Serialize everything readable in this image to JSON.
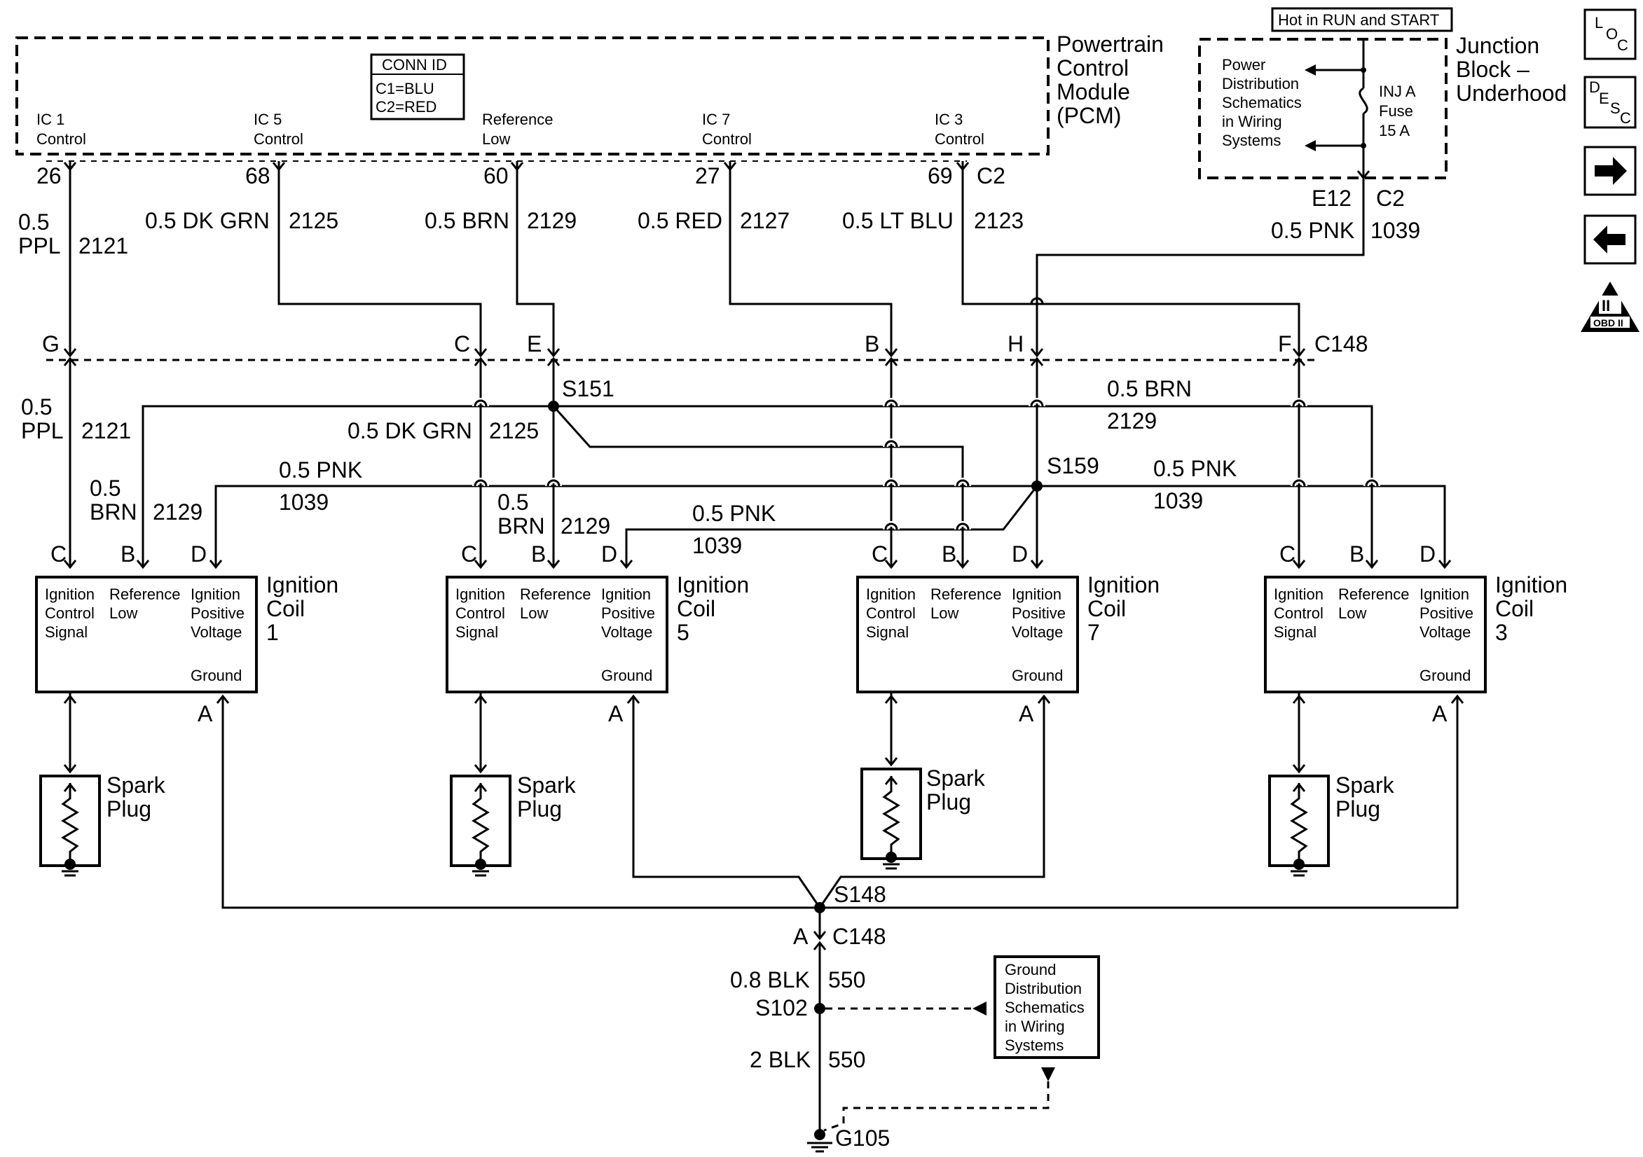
{
  "pcm": {
    "title_lines": [
      "Powertrain",
      "Control",
      "Module",
      "(PCM)"
    ],
    "conn_id": {
      "header": "CONN ID",
      "line1": "C1=BLU",
      "line2": "C2=RED"
    },
    "circuits": [
      {
        "name_top": "IC 1",
        "name_bottom": "Control",
        "pin": "26",
        "size_color": "0.5 PPL",
        "circuit": "2121"
      },
      {
        "name_top": "IC 5",
        "name_bottom": "Control",
        "pin": "68",
        "size_color": "0.5 DK GRN",
        "circuit": "2125"
      },
      {
        "name_top": "Reference",
        "name_bottom": "Low",
        "pin": "60",
        "size_color": "0.5 BRN",
        "circuit": "2129"
      },
      {
        "name_top": "IC 7",
        "name_bottom": "Control",
        "pin": "27",
        "size_color": "0.5 RED",
        "circuit": "2127"
      },
      {
        "name_top": "IC 3",
        "name_bottom": "Control",
        "pin": "69",
        "size_color": "0.5 LT BLU",
        "circuit": "2123"
      }
    ],
    "connector": "C2"
  },
  "junction_block": {
    "header": "Hot in RUN and START",
    "title_lines": [
      "Junction",
      "Block –",
      "Underhood"
    ],
    "power_ref_lines": [
      "Power",
      "Distribution",
      "Schematics",
      "in Wiring",
      "Systems"
    ],
    "fuse_lines": [
      "INJ A",
      "Fuse",
      "15 A"
    ],
    "pin": "E12",
    "connector": "C2",
    "size_color": "0.5 PNK",
    "circuit": "1039"
  },
  "c148": {
    "name": "C148",
    "pins": {
      "ic1": "G",
      "ic5": "C",
      "ref": "E",
      "ic7": "B",
      "pnk": "H",
      "ic3": "F"
    }
  },
  "splices": {
    "s151": "S151",
    "s159": "S159",
    "s148": "S148",
    "s102": "S102"
  },
  "mid_labels": {
    "ppl": "0.5",
    "ppl2": "PPL",
    "ppl_circuit": "2121",
    "dkgrn": "0.5 DK GRN",
    "dkgrn_circuit": "2125",
    "brn_right": "0.5 BRN",
    "brn_right_circuit": "2129",
    "pnk_left": "0.5 PNK",
    "pnk_left_circuit": "1039",
    "pnk_right": "0.5 PNK",
    "pnk_right_circuit": "1039",
    "pnk_mid": "0.5 PNK",
    "pnk_mid_circuit": "1039",
    "brn1_a": "0.5",
    "brn1_b": "BRN",
    "brn1_circuit": "2129",
    "brn2_a": "0.5",
    "brn2_b": "BRN",
    "brn2_circuit": "2129"
  },
  "coils": [
    {
      "pins": [
        "C",
        "B",
        "D"
      ],
      "name_lines": [
        "Ignition",
        "Coil",
        "1"
      ],
      "ground_pin": "A"
    },
    {
      "pins": [
        "C",
        "B",
        "D"
      ],
      "name_lines": [
        "Ignition",
        "Coil",
        "5"
      ],
      "ground_pin": "A"
    },
    {
      "pins": [
        "C",
        "B",
        "D"
      ],
      "name_lines": [
        "Ignition",
        "Coil",
        "7"
      ],
      "ground_pin": "A"
    },
    {
      "pins": [
        "C",
        "B",
        "D"
      ],
      "name_lines": [
        "Ignition",
        "Coil",
        "3"
      ],
      "ground_pin": "A"
    }
  ],
  "coil_terminals": {
    "col1": [
      "Ignition",
      "Control",
      "Signal"
    ],
    "col2": [
      "Reference",
      "Low"
    ],
    "col3": [
      "Ignition",
      "Positive",
      "Voltage"
    ],
    "ground": "Ground"
  },
  "spark_plug_lines": [
    "Spark",
    "Plug"
  ],
  "ground_path": {
    "c148_pin": "A",
    "c148_name": "C148",
    "upper_size_color": "0.8 BLK",
    "upper_circuit": "550",
    "lower_size_color": "2 BLK",
    "lower_circuit": "550",
    "ground_name": "G105",
    "ground_ref_lines": [
      "Ground",
      "Distribution",
      "Schematics",
      "in Wiring",
      "Systems"
    ]
  },
  "nav": {
    "loc": [
      "L",
      "O",
      "C"
    ],
    "desc": [
      "D",
      "E",
      "S",
      "C"
    ],
    "obd_label": "OBD II",
    "obd_numeral": "II",
    "icons": [
      "loc-icon",
      "desc-icon",
      "arrow-right-icon",
      "arrow-left-icon",
      "obd-ii-icon"
    ]
  }
}
